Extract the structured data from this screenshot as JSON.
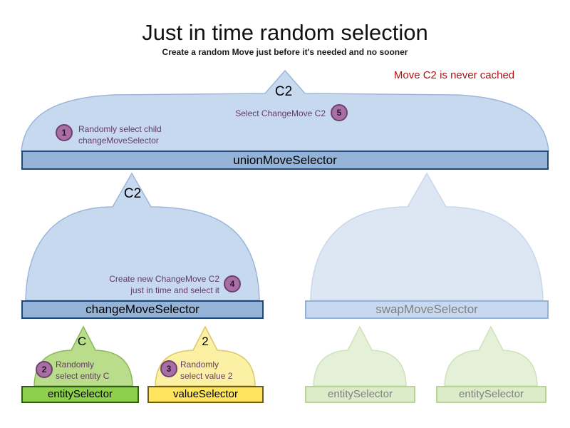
{
  "title": "Just in time random selection",
  "subtitle": "Create a random Move just before it's needed and no sooner",
  "annotation": "Move C2 is never cached",
  "selectors": {
    "union": "unionMoveSelector",
    "change": "changeMoveSelector",
    "swap": "swapMoveSelector",
    "entity": "entitySelector",
    "value": "valueSelector",
    "entity_faded_left": "entitySelector",
    "entity_faded_right": "entitySelector"
  },
  "moves": {
    "union_output": "C2",
    "change_output": "C2",
    "entity_output": "C",
    "value_output": "2"
  },
  "steps": {
    "s1": {
      "num": "1",
      "line1": "Randomly select child",
      "line2": "changeMoveSelector"
    },
    "s2": {
      "num": "2",
      "line1": "Randomly",
      "line2": "select entity C"
    },
    "s3": {
      "num": "3",
      "line1": "Randomly",
      "line2": "select value 2"
    },
    "s4": {
      "num": "4",
      "line1": "Create new ChangeMove C2",
      "line2": "just in time and select it"
    },
    "s5": {
      "num": "5",
      "line1": "Select ChangeMove C2"
    }
  },
  "colors": {
    "note_red": "#b01212",
    "step_circle_fill": "#a86fa4",
    "step_text_purple": "#653a68",
    "active_bar_blue": "#95b3d7",
    "active_bar_border": "#1f497d",
    "arch_blue": "#c7d9ef",
    "faded_arch_blue": "#dde7f3",
    "faded_bar_blue": "#c6d9f0",
    "entity_green": "#8ed04e",
    "value_yellow": "#ffe45e",
    "faded_green": "#dcebc8"
  }
}
